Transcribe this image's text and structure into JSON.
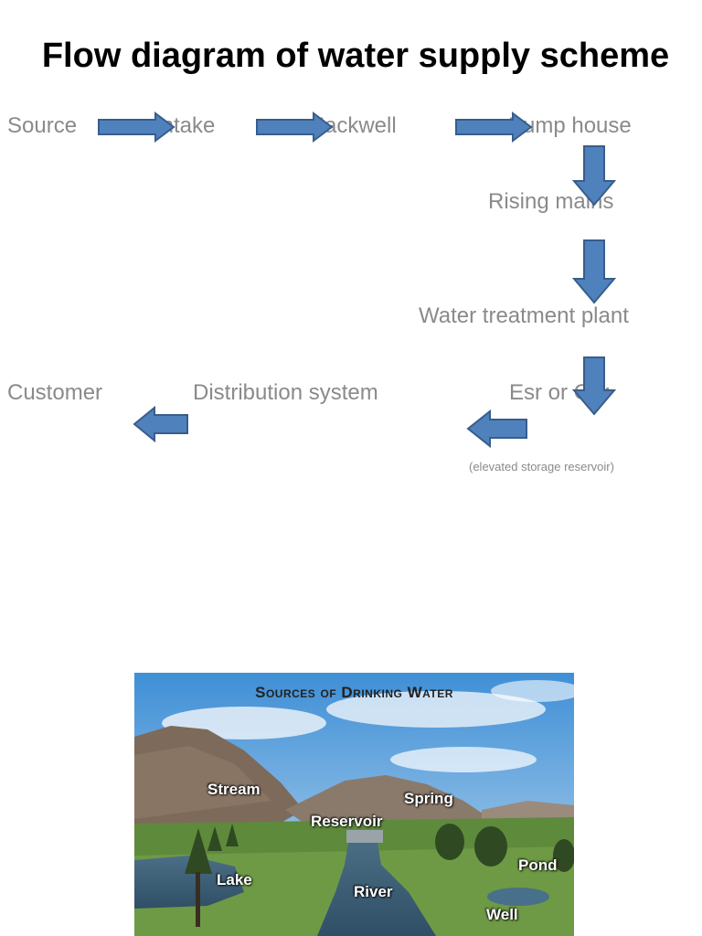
{
  "title": "Flow diagram of water supply scheme",
  "nodes": {
    "source": "Source",
    "intake": "Intake",
    "jackwell": "Jackwell",
    "pump_house": "Pump house",
    "rising_mains": "Rising mains",
    "treatment_plant": "Water treatment plant",
    "esr": "Esr or Gsr",
    "esr_note": "(elevated storage reservoir)",
    "distribution": "Distribution system",
    "customer": "Customer"
  },
  "colors": {
    "arrow_fill": "#4f81bd",
    "arrow_stroke": "#385d8a",
    "node_text": "#8a8a8a"
  },
  "picture": {
    "title": "Sources of Drinking Water",
    "labels": {
      "stream": "Stream",
      "spring": "Spring",
      "reservoir": "Reservoir",
      "lake": "Lake",
      "river": "River",
      "pond": "Pond",
      "well": "Well"
    }
  }
}
